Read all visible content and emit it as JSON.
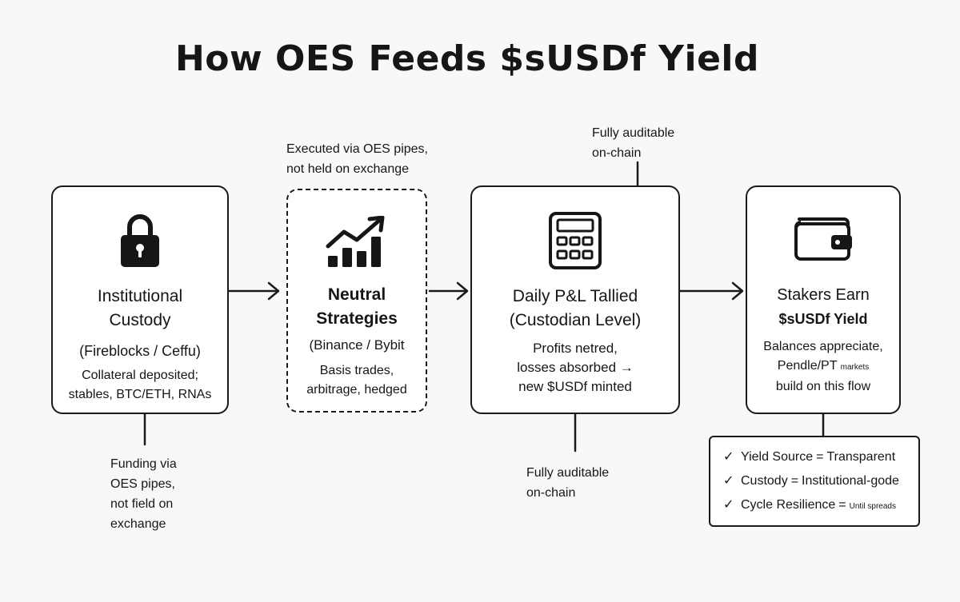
{
  "title": "How OES Feeds $sUSDf Yield",
  "steps": [
    {
      "icon": "lock-icon",
      "name_lines": [
        "Institutional",
        "Custody"
      ],
      "subtitle": "(Fireblocks / Ceffu)",
      "description_lines": [
        "Collateral deposited;",
        "stables, BTC/ETH, RNAs"
      ]
    },
    {
      "icon": "growth-chart-icon",
      "name_lines": [
        "Neutral",
        "Strategies"
      ],
      "subtitle": "(Binance / Bybit",
      "description_lines": [
        "Basis trades,",
        "arbitrage, hedged"
      ]
    },
    {
      "icon": "calculator-icon",
      "name_lines": [
        "Daily P&L Tallied",
        "(Custodian Level)"
      ],
      "description_lines": [
        "Profits netred,",
        "losses absorbed →",
        "new $USDf minted"
      ]
    },
    {
      "icon": "wallet-icon",
      "name_lines": [
        "Stakers Earn",
        "$sUSDf Yield"
      ],
      "description_lines": [
        "Balances appreciate,",
        "Pendle/PT",
        "markets",
        "build on this flow"
      ]
    }
  ],
  "notes": {
    "custody_below": [
      "Funding via",
      "OES pipes,",
      "not field on",
      "exchange"
    ],
    "strategies_above": [
      "Executed via OES pipes,",
      "not held on exchange"
    ],
    "pnl_above": [
      "Fully auditable",
      "on-chain"
    ],
    "pnl_below": [
      "Fully auditable",
      "on-chain"
    ]
  },
  "checklist": [
    {
      "key": "Yield Source",
      "eq": "=",
      "value": "Transparent"
    },
    {
      "key": "Custody",
      "eq": "=",
      "value": "Institutional-gode"
    },
    {
      "key": "Cycle Resilience",
      "eq": "=",
      "value": "Until spreads"
    }
  ],
  "check_symbol": "✓"
}
